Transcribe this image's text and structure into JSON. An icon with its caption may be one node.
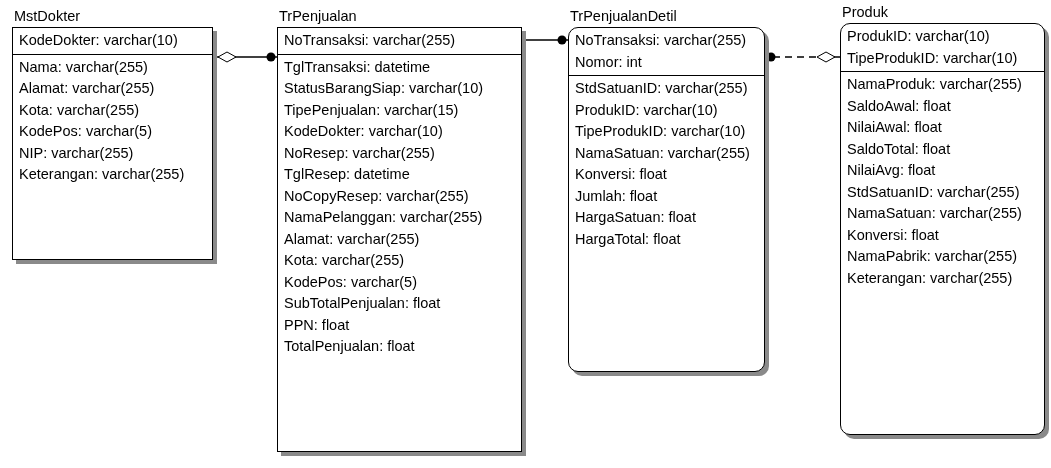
{
  "diagram": {
    "nodes": [
      {
        "text": [
          "MstDokter"
        ]
      },
      {
        "text": [
          "KodeDokter: varchar(10)"
        ],
        "in": 0
      },
      {
        "text": [
          "Nama: varchar(255)",
          "Alamat: varchar(255)",
          "Kota: varchar(255)",
          "KodePos: varchar(5)",
          "NIP: varchar(255)",
          "Keterangan: varchar(255)"
        ],
        "in": 0
      },
      {
        "text": [
          "TrPenjualan"
        ]
      },
      {
        "text": [
          "NoTransaksi: varchar(255)"
        ],
        "in": 3
      },
      {
        "text": [
          "TglTransaksi: datetime",
          "StatusBarangSiap: varchar(10)",
          "TipePenjualan: varchar(15)",
          "KodeDokter: varchar(10)",
          "NoResep: varchar(255)",
          "TglResep: datetime",
          "NoCopyResep: varchar(255)",
          "NamaPelanggan: varchar(255)",
          "Alamat: varchar(255)",
          "Kota: varchar(255)",
          "KodePos: varchar(5)",
          "SubTotalPenjualan: float",
          "PPN: float",
          "TotalPenjualan: float"
        ],
        "in": 3
      },
      {
        "text": [
          "TrPenjualanDetil"
        ]
      },
      {
        "text": [
          "NoTransaksi: varchar(255)",
          "Nomor: int"
        ],
        "in": 6
      },
      {
        "text": [
          "StdSatuanID: varchar(255)",
          "ProdukID: varchar(10)",
          "TipeProdukID: varchar(10)",
          "NamaSatuan: varchar(255)",
          "Konversi: float",
          "Jumlah: float",
          "HargaSatuan: float",
          "HargaTotal: float"
        ],
        "in": 6
      },
      {
        "text": [
          "Produk"
        ]
      },
      {
        "text": [
          "ProdukID: varchar(10)",
          "TipeProdukID: varchar(10)"
        ],
        "in": 9
      },
      {
        "text": [
          "NamaProduk: varchar(255)",
          "SaldoAwal: float",
          "NilaiAwal: float",
          "SaldoTotal: float",
          "NilaiAvg: float",
          "StdSatuanID: varchar(255)",
          "NamaSatuan: varchar(255)",
          "Konversi: float",
          "NamaPabrik: varchar(255)",
          "Keterangan: varchar(255)"
        ],
        "in": 9
      }
    ],
    "edges": [
      {
        "from": 0,
        "to": 3,
        "arrow": "other"
      },
      {
        "from": 3,
        "to": 6,
        "arrow": "other"
      },
      {
        "from": 9,
        "to": 6,
        "arrow": "other",
        "style": "dashed"
      }
    ]
  }
}
